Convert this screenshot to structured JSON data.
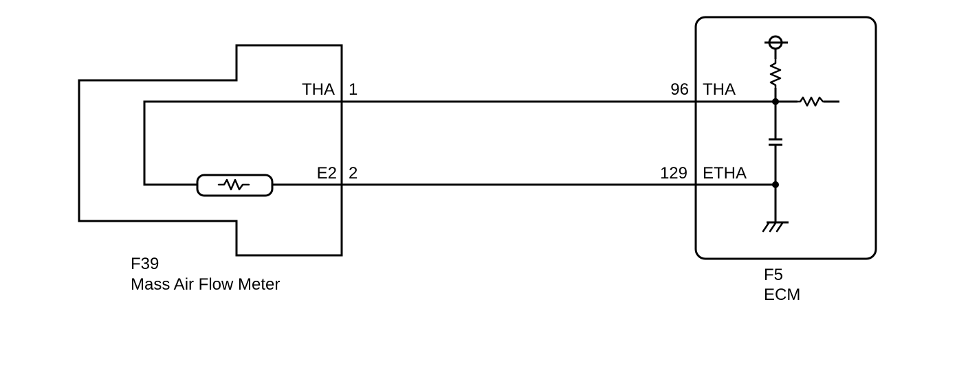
{
  "sensor": {
    "code": "F39",
    "name": "Mass Air Flow Meter",
    "pins": [
      {
        "name": "THA",
        "number": "1"
      },
      {
        "name": "E2",
        "number": "2"
      }
    ]
  },
  "ecm": {
    "code": "F5",
    "name": "ECM",
    "pins": [
      {
        "number": "96",
        "name": "THA"
      },
      {
        "number": "129",
        "name": "ETHA"
      }
    ]
  }
}
